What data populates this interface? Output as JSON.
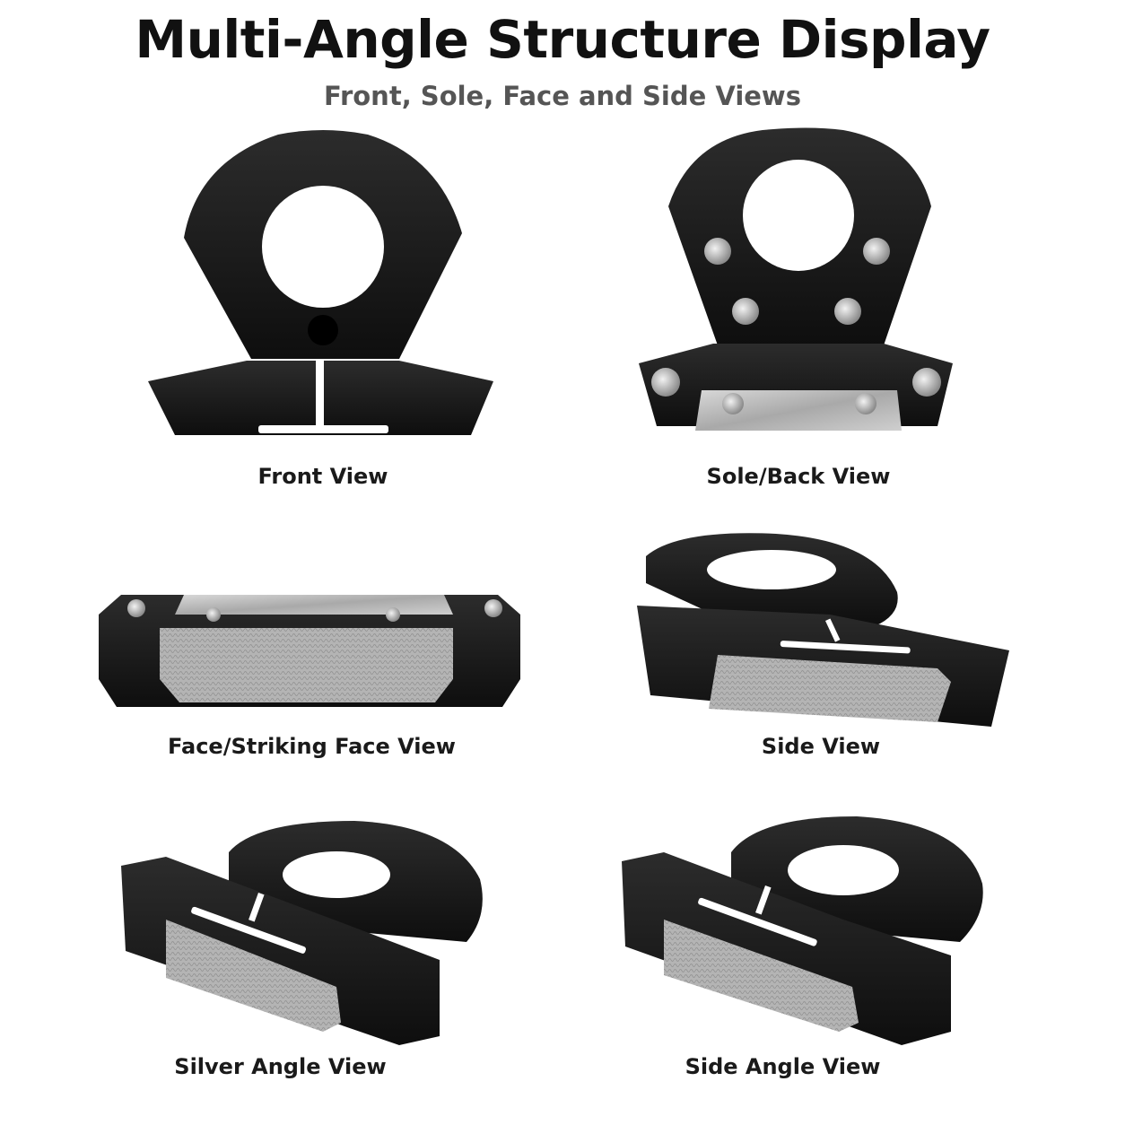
{
  "header": {
    "title": "Multi-Angle Structure Display",
    "subtitle": "Front, Sole, Face and Side Views"
  },
  "views": [
    {
      "label": "Front View"
    },
    {
      "label": "Sole/Back View"
    },
    {
      "label": "Face/Striking Face View"
    },
    {
      "label": "Side View"
    },
    {
      "label": "Silver Angle View"
    },
    {
      "label": "Side Angle View"
    }
  ],
  "colors": {
    "body": "#1b1b1b",
    "metal": "#b5b5b5",
    "text": "#111111",
    "subtitle": "#555555"
  }
}
